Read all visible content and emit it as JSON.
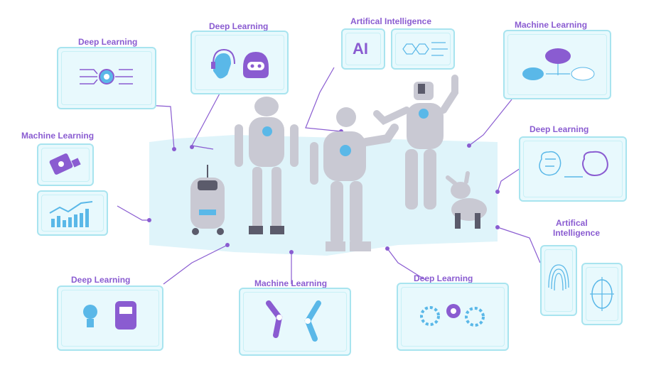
{
  "labels": {
    "deep_learning_top_left": "Deep Learning",
    "deep_learning_top_center": "Deep Learning",
    "ai_top": "Artifical Intelligence",
    "ml_top_right": "Machine Learning",
    "ml_left": "Machine Learning",
    "dl_right": "Deep Learning",
    "ai_right_line1": "Artifical",
    "ai_right_line2": "Intelligence",
    "dl_bottom_left": "Deep Learning",
    "ml_bottom_center": "Machine Learning",
    "dl_bottom_right": "Deep Learning",
    "ai_badge": "AI"
  },
  "colors": {
    "accent": "#8a5cd1",
    "panel_fill": "#e8f9fd",
    "panel_border": "#a8e4ef",
    "stage": "#dff4fa",
    "robot_gray": "#c9c9d3",
    "robot_dark": "#5b5b6b",
    "robot_blue": "#5ab8e8"
  },
  "icons": [
    "eye-circuit-icon",
    "headset-face-icon",
    "robot-head-icon",
    "cloud-network-icon",
    "chip-icon",
    "bar-chart-icon",
    "brain-circuit-icon",
    "fingerprint-icon",
    "target-icon",
    "lightbulb-icon",
    "robotic-arm-icon",
    "gears-icon"
  ]
}
